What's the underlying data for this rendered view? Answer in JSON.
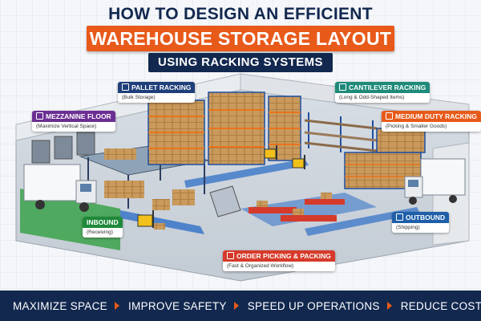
{
  "header": {
    "title_line1": "HOW TO DESIGN AN EFFICIENT",
    "title_line2": "WAREHOUSE STORAGE LAYOUT",
    "title_line3": "USING RACKING SYSTEMS"
  },
  "zones": [
    {
      "title": "PALLET RACKING",
      "subtitle": "(Bulk Storage)",
      "color": "#1f3f7a",
      "icon": "pallet-rack-icon"
    },
    {
      "title": "MEZZANINE FLOOR",
      "subtitle": "(Maximize Vertical Space)",
      "color": "#6b2f93",
      "icon": "mezzanine-icon"
    },
    {
      "title": "CANTILEVER RACKING",
      "subtitle": "(Long & Odd-Shaped Items)",
      "color": "#1f8a7a",
      "icon": "cantilever-icon"
    },
    {
      "title": "MEDIUM DUTY RACKING",
      "subtitle": "(Picking & Smaller Goods)",
      "color": "#e85a1a",
      "icon": "shelf-icon"
    },
    {
      "title": "INBOUND",
      "subtitle": "(Receiving)",
      "color": "#1f8a3a",
      "icon": "truck-icon"
    },
    {
      "title": "OUTBOUND",
      "subtitle": "(Shipping)",
      "color": "#1f5fa8",
      "icon": "truck-icon"
    },
    {
      "title": "ORDER PICKING & PACKING",
      "subtitle": "(Fast & Organized Workflow)",
      "color": "#d63a2a",
      "icon": "box-icon"
    }
  ],
  "footer": {
    "items": [
      "MAXIMIZE SPACE",
      "IMPROVE SAFETY",
      "SPEED UP OPERATIONS",
      "REDUCE COSTS"
    ]
  },
  "colors": {
    "navy": "#12284f",
    "orange": "#e85a1a",
    "rack_blue": "#1f4fa0",
    "rack_orange": "#e8731a",
    "floor_green": "#3aa24a",
    "box": "#c99a5c"
  }
}
